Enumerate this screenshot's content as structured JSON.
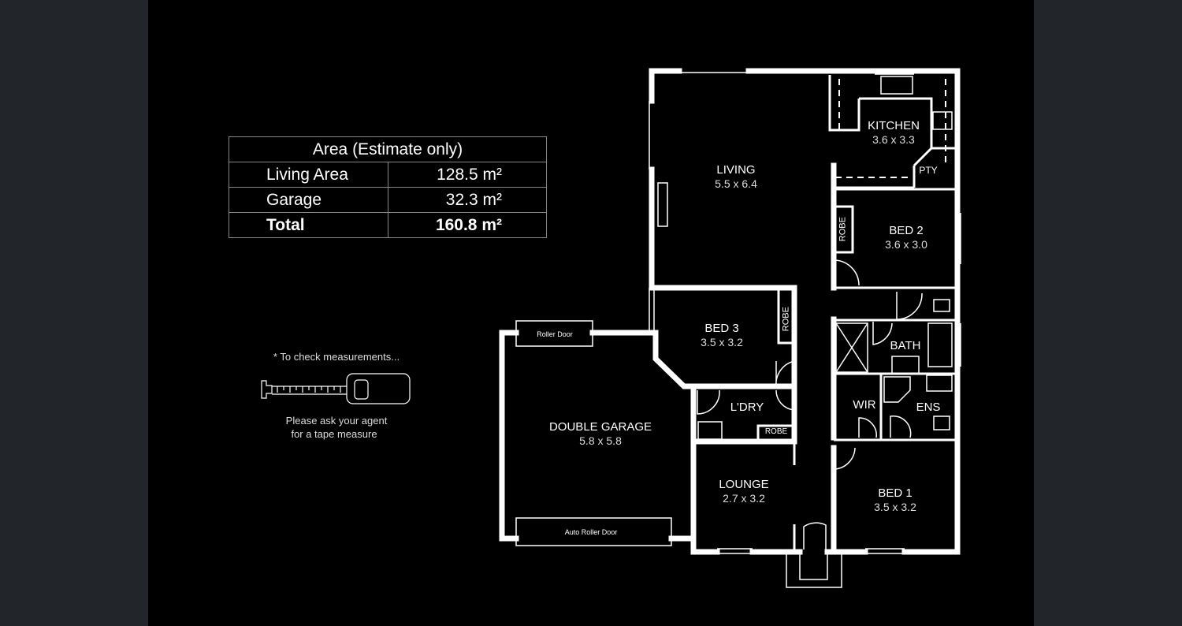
{
  "area_table": {
    "title": "Area (Estimate only)",
    "rows": [
      {
        "label": "Living Area",
        "value": "128.5 m²"
      },
      {
        "label": "Garage",
        "value": "32.3 m²"
      },
      {
        "label": "Total",
        "value": "160.8 m²"
      }
    ]
  },
  "tape_note": {
    "top": "* To check measurements...",
    "line1": "Please ask your agent",
    "line2": "for a tape measure"
  },
  "rooms": {
    "kitchen": {
      "name": "KITCHEN",
      "dims": "3.6 x 3.3"
    },
    "living": {
      "name": "LIVING",
      "dims": "5.5 x 6.4"
    },
    "bed2": {
      "name": "BED 2",
      "dims": "3.6 x 3.0"
    },
    "bed3": {
      "name": "BED 3",
      "dims": "3.5 x 3.2"
    },
    "garage": {
      "name": "DOUBLE GARAGE",
      "dims": "5.8 x 5.8"
    },
    "lounge": {
      "name": "LOUNGE",
      "dims": "2.7 x 3.2"
    },
    "bed1": {
      "name": "BED 1",
      "dims": "3.5 x 3.2"
    },
    "laundry": {
      "name": "L'DRY"
    },
    "bath": {
      "name": "BATH"
    },
    "wir": {
      "name": "WIR"
    },
    "ens": {
      "name": "ENS"
    },
    "pantry": {
      "name": "PTY"
    }
  },
  "fixtures": {
    "robe": "ROBE",
    "roller_door": "Roller Door",
    "auto_roller_door": "Auto Roller Door"
  }
}
